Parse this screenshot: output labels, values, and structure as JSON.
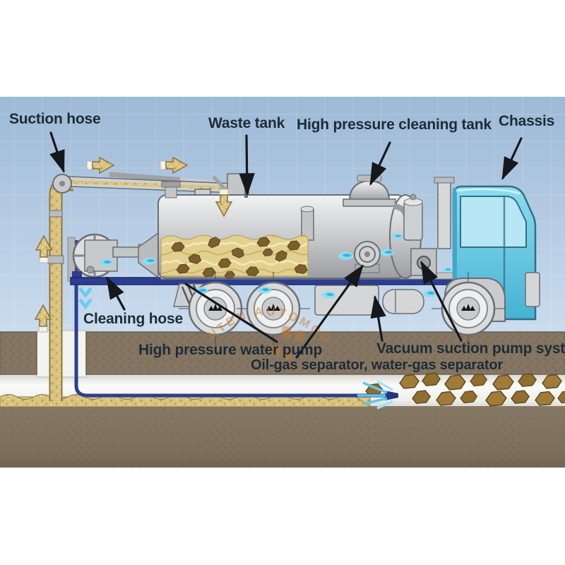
{
  "diagram": {
    "labels": {
      "suction_hose": "Suction hose",
      "waste_tank": "Waste tank",
      "high_pressure_cleaning_tank": "High pressure cleaning tank",
      "chassis": "Chassis",
      "cleaning_hose": "Cleaning hose",
      "high_pressure_water_pump": "High pressure water pump",
      "oil_gas_separator": "Oil-gas separator, water-gas separator",
      "vacuum_suction_pump_system": "Vacuum suction pump system"
    },
    "watermark": {
      "text": "NTEN AUTOMOB",
      "color": "#c9772a"
    },
    "colors": {
      "sky_top": "#9db9d6",
      "sky_bottom": "#cadcee",
      "ground_brown": "#837562",
      "tunnel_white": "#f5f5f2",
      "sludge_gold": "#d9c37e",
      "chassis_navy": "#2c3e91",
      "cab_teal": "#5ec4e0",
      "metal_gray": "#c9cbcd",
      "water_blue": "#5ec8ec",
      "label_text": "#1e2b36"
    }
  }
}
